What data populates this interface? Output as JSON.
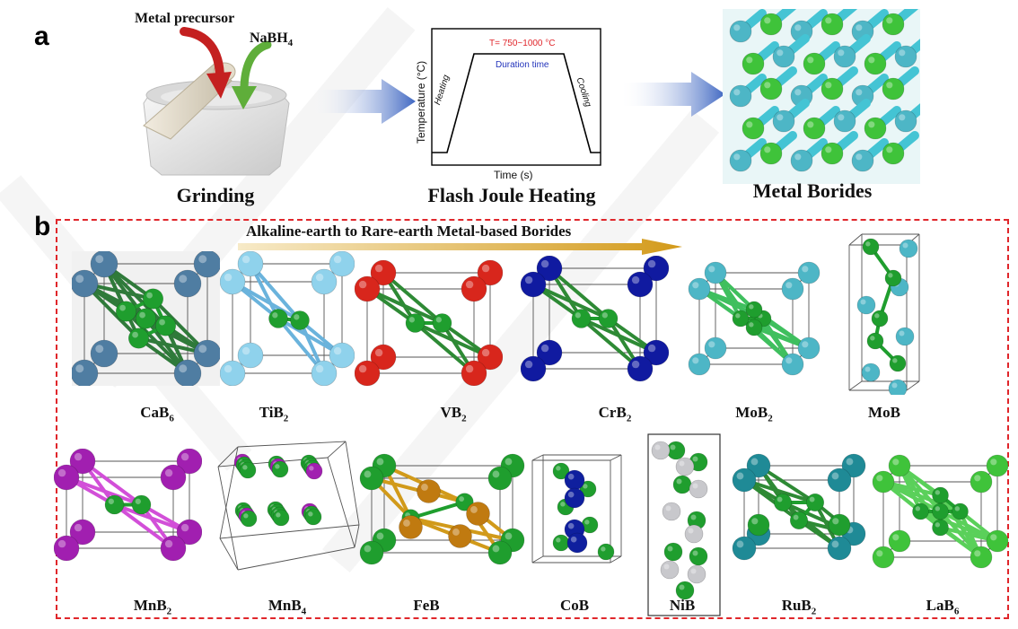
{
  "panel_a": {
    "letter": "a",
    "steps": {
      "grinding": "Grinding",
      "flash": "Flash Joule Heating",
      "borides": "Metal Borides"
    },
    "precursor_label": "Metal precursor",
    "nabh4_label": "NaBH",
    "nabh4_sub": "4",
    "heating_graph": {
      "temperature_label": "T= 750~1000 °C",
      "duration_label": "Duration time",
      "heating_label": "Heating",
      "cooling_label": "Cooling",
      "ylabel": "Temperature (°C)",
      "xlabel": "Time (s)"
    }
  },
  "panel_b": {
    "letter": "b",
    "banner": "Alkaline-earth to Rare-earth Metal-based Borides",
    "row1": [
      {
        "base": "CaB",
        "sub": "6"
      },
      {
        "base": "TiB",
        "sub": "2"
      },
      {
        "base": "VB",
        "sub": "2"
      },
      {
        "base": "CrB",
        "sub": "2"
      },
      {
        "base": "MoB",
        "sub": "2"
      },
      {
        "base": "MoB",
        "sub": ""
      }
    ],
    "row2": [
      {
        "base": "MnB",
        "sub": "2"
      },
      {
        "base": "MnB",
        "sub": "4"
      },
      {
        "base": "FeB",
        "sub": ""
      },
      {
        "base": "CoB",
        "sub": ""
      },
      {
        "base": "NiB",
        "sub": ""
      },
      {
        "base": "RuB",
        "sub": "2"
      },
      {
        "base": "LaB",
        "sub": "6"
      }
    ]
  },
  "colors": {
    "boron": "#1f9e2e",
    "ca": "#4f7da2",
    "ti": "#8fd2ec",
    "v": "#d8261c",
    "cr": "#101aa0",
    "mo": "#4db6c6",
    "mn": "#a11fb0",
    "fe": "#c07a10",
    "co": "#0f1f9e",
    "ni": "#c8c8cc",
    "ru": "#1f8a96",
    "la": "#3fc33a",
    "box_dash": "#e0262b",
    "temp_text": "#e0262b",
    "duration_text": "#2233bb",
    "arrow": "#4a72c8"
  }
}
